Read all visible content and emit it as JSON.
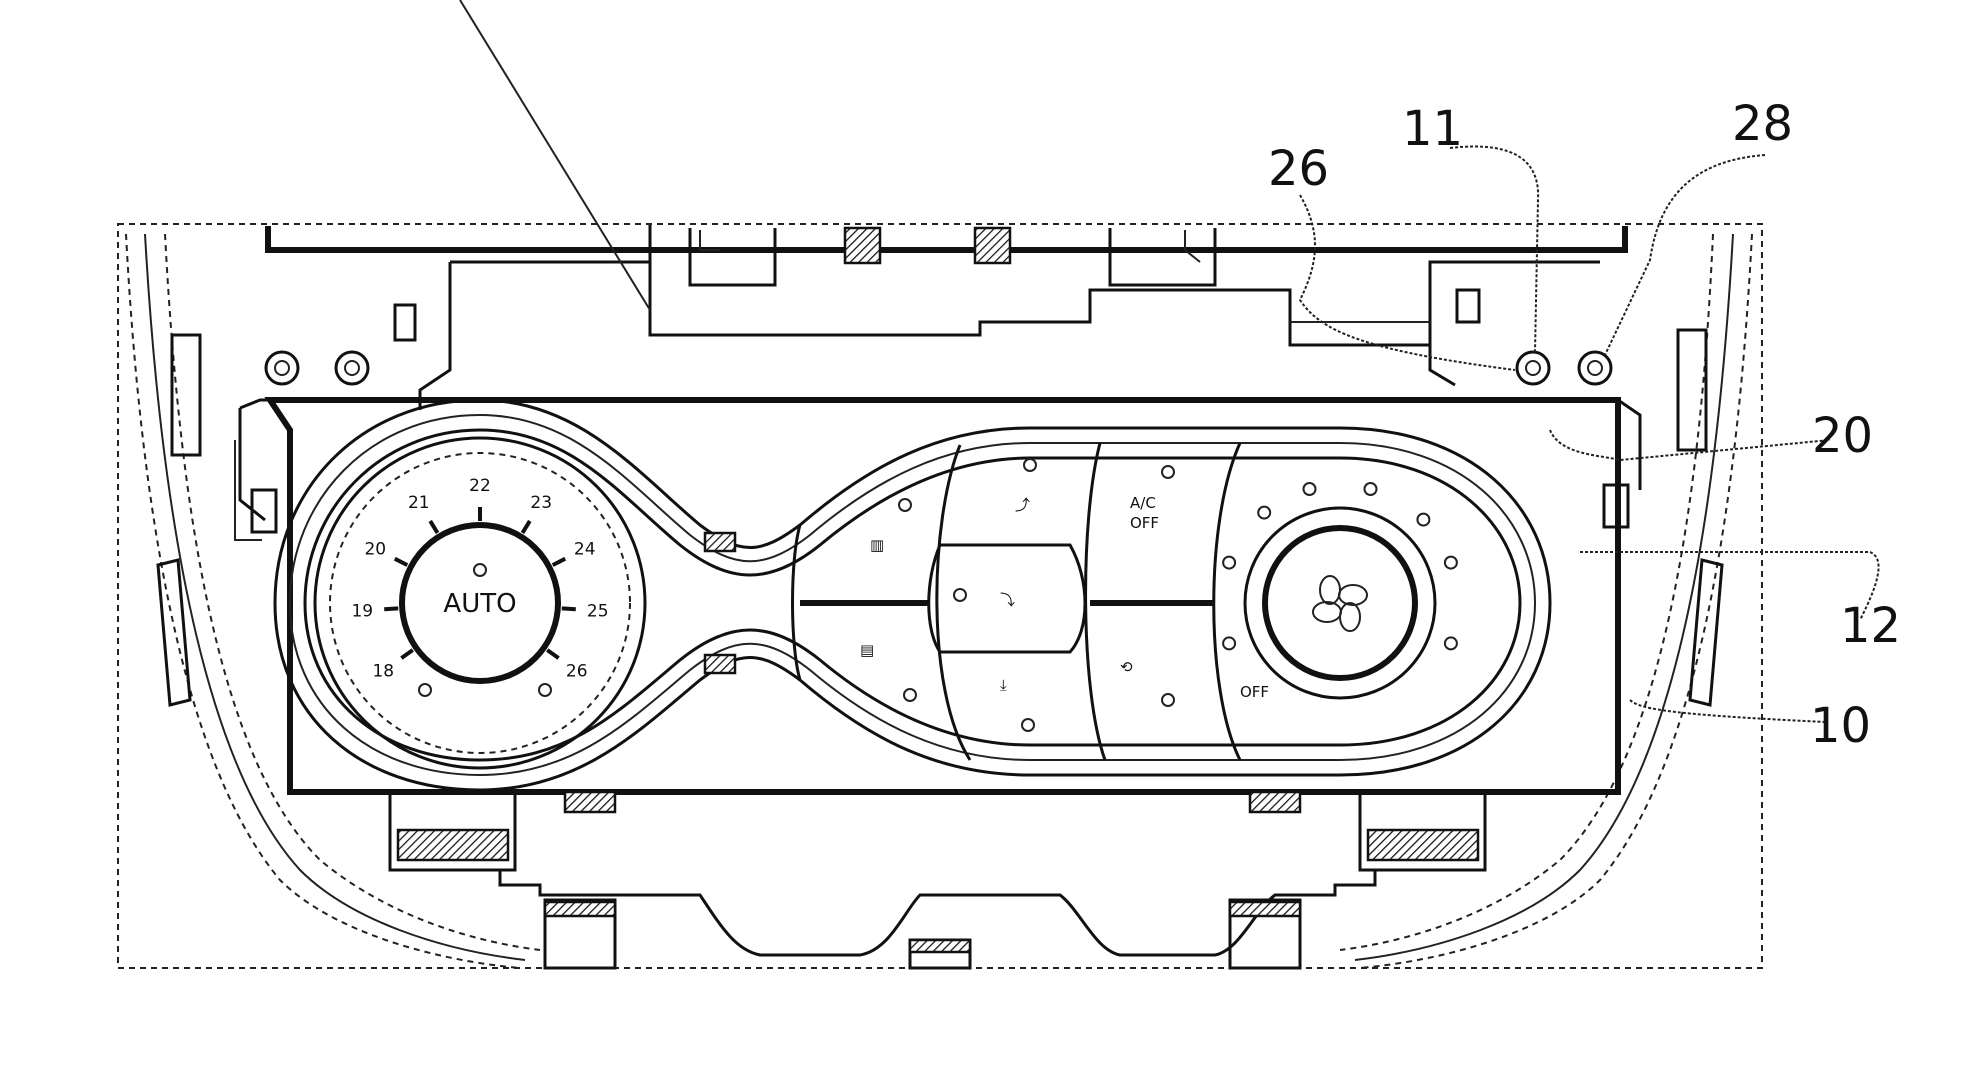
{
  "figure": {
    "type": "patent-drawing",
    "subject": "vehicle climate control panel"
  },
  "reference_numerals": {
    "frame_housing": "10",
    "mount_boss": "11",
    "control_panel": "12",
    "bracket": "20",
    "clip_a": "26",
    "clip_b": "28"
  },
  "temperature_dial": {
    "center_label": "AUTO",
    "scale": [
      "18",
      "19",
      "20",
      "21",
      "22",
      "23",
      "24",
      "25",
      "26"
    ]
  },
  "buttons": {
    "ac_off_line1": "A/C",
    "ac_off_line2": "OFF",
    "front_defrost": "front-defrost-icon",
    "rear_defrost": "rear-defrost-icon",
    "vent_face": "airflow-face-icon",
    "vent_face_feet": "airflow-face-feet-icon",
    "vent_feet": "airflow-feet-icon",
    "recirculation": "recirculation-icon"
  },
  "fan_dial": {
    "off_label": "OFF",
    "center_icon": "fan-icon"
  }
}
